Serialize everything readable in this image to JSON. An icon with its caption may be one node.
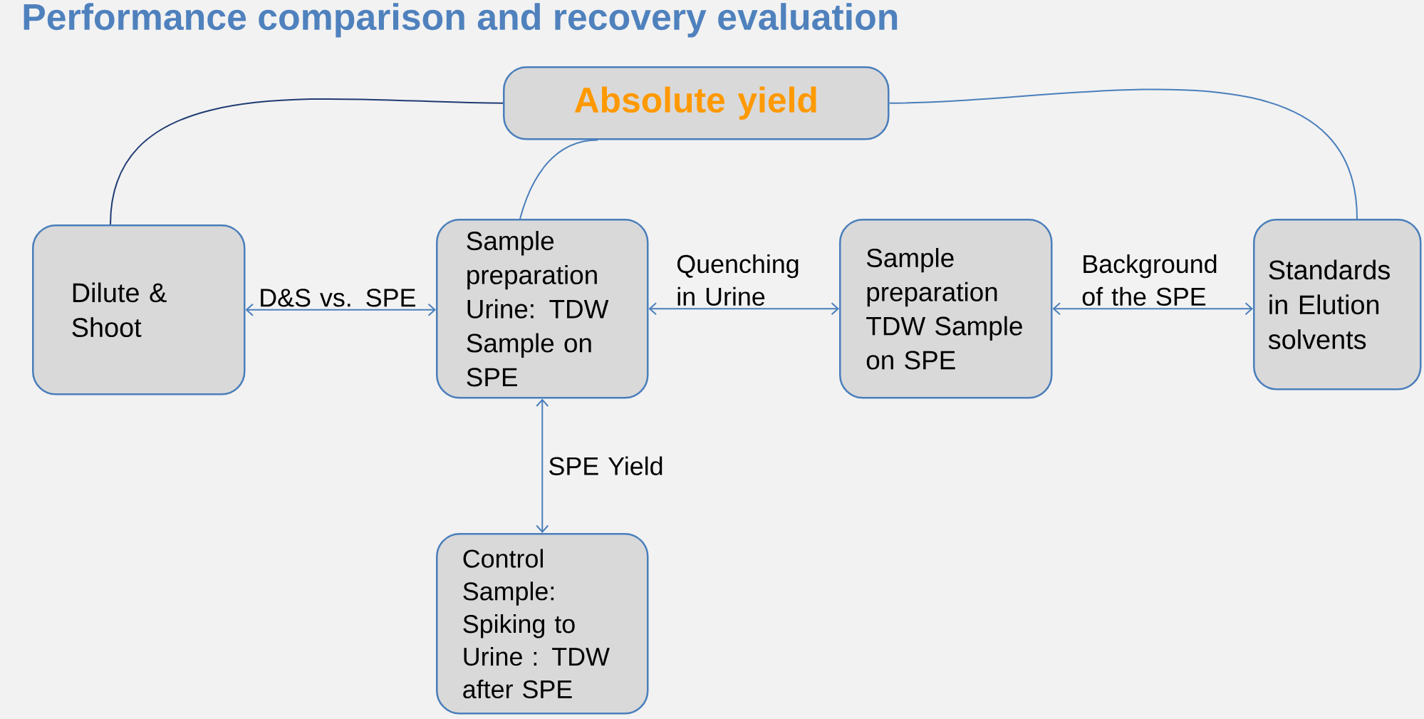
{
  "diagram": {
    "title": "Performance comparison and recovery evaluation",
    "nodes": [
      {
        "text": [
          "Absolute yield"
        ]
      },
      {
        "text": [
          "Dilute & Shoot"
        ]
      },
      {
        "text": [
          "Sample preparation Urine: TDW Sample  on SPE"
        ]
      },
      {
        "text": [
          "Sample preparation TDW Sample on SPE"
        ]
      },
      {
        "text": [
          "Standards in Elution solvents"
        ]
      },
      {
        "text": [
          "Control Sample: Spiking to Urine : TDW after SPE"
        ]
      }
    ],
    "edges": [
      {
        "from": 0,
        "to": 1,
        "arrow": "none",
        "color": "#1f3b73"
      },
      {
        "from": 0,
        "to": 2,
        "arrow": "none"
      },
      {
        "from": 0,
        "to": 4,
        "arrow": "none"
      },
      {
        "from": 1,
        "to": 2,
        "arrow": "both",
        "label": "D&S vs. SPE"
      },
      {
        "from": 2,
        "to": 3,
        "arrow": "both",
        "label": "Quenching in Urine"
      },
      {
        "from": 3,
        "to": 4,
        "arrow": "both",
        "label": "Background of the SPE"
      },
      {
        "from": 2,
        "to": 5,
        "arrow": "both",
        "label": "SPE Yield"
      }
    ]
  }
}
